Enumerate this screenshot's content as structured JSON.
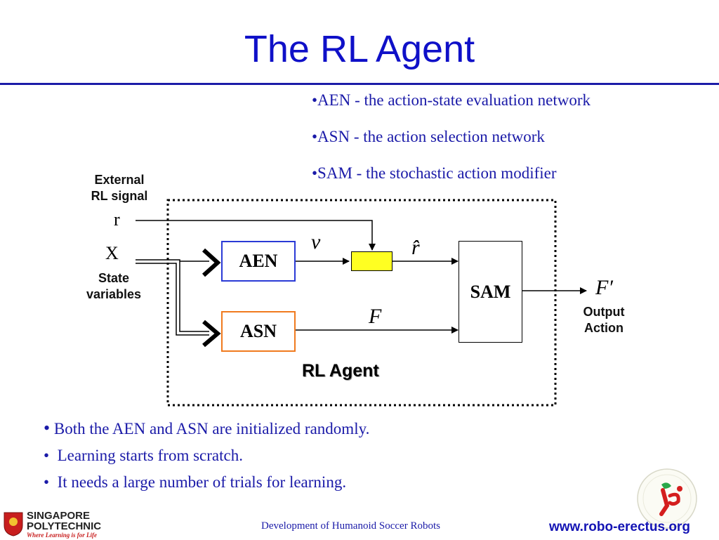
{
  "title": "The RL Agent",
  "definitions": [
    "•AEN - the action-state evaluation network",
    "•ASN - the action selection network",
    "•SAM - the stochastic action modifier"
  ],
  "diagram": {
    "external_label": "External\nRL signal",
    "r_label": "r",
    "x_label": "X",
    "state_label": "State\nvariables",
    "aen_label": "AEN",
    "asn_label": "ASN",
    "sam_label": "SAM",
    "v_label": "v",
    "rhat_label": "r̂",
    "f_label": "F",
    "fprime_label": "F′",
    "output_label": "Output\nAction",
    "agent_label": "RL Agent",
    "colors": {
      "aen_border": "#2a3ad6",
      "asn_border": "#f07a1e",
      "combiner_fill": "#ffff22"
    }
  },
  "bullets": [
    "Both the AEN and ASN are initialized randomly.",
    "Learning starts from scratch.",
    "It needs a large number of trials for learning."
  ],
  "footer": {
    "center_text": "Development of Humanoid Soccer Robots",
    "website": "www.robo-erectus.org",
    "logo_line1": "SINGAPORE",
    "logo_line2": "POLYTECHNIC",
    "logo_tagline": "Where Learning is for Life"
  }
}
